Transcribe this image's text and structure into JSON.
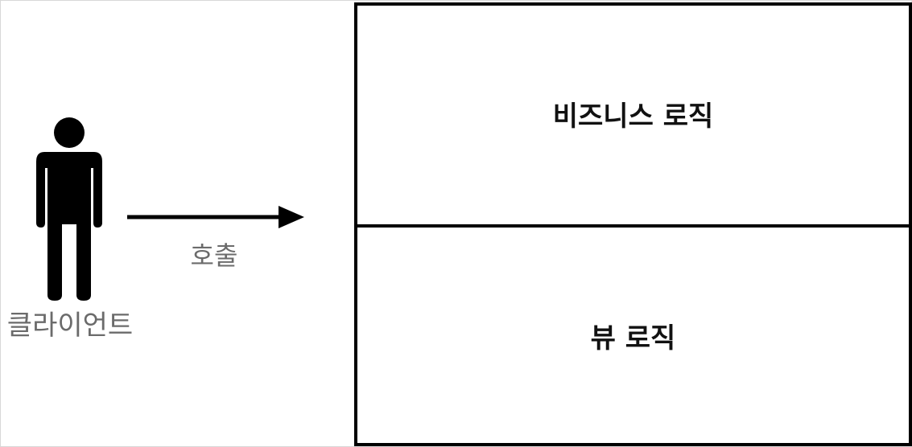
{
  "diagram": {
    "client": {
      "label": "클라이언트",
      "icon": "person-icon",
      "color": "#000000"
    },
    "call": {
      "label": "호출",
      "icon": "arrow-right-icon"
    },
    "server": {
      "layers": [
        {
          "label": "비즈니스 로직"
        },
        {
          "label": "뷰 로직"
        }
      ],
      "border_color": "#000000"
    },
    "label_color": "#6b6b6b"
  }
}
